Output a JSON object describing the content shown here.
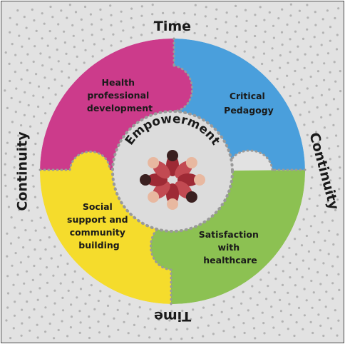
{
  "center": {
    "label": "Empowerment"
  },
  "segments": {
    "top_left": {
      "lines": [
        "Health",
        "professional",
        "development"
      ],
      "color": "#cc3b8b"
    },
    "top_right": {
      "lines": [
        "Critical",
        "Pedagogy"
      ],
      "color": "#4a9fdc"
    },
    "bottom_right": {
      "lines": [
        "Satisfaction",
        "with",
        "healthcare"
      ],
      "color": "#8cc152"
    },
    "bottom_left": {
      "lines": [
        "Social",
        "support and",
        "community",
        "building"
      ],
      "color": "#f5dc2c"
    }
  },
  "ring_labels": {
    "top": "Time",
    "bottom": "Time",
    "left": "Continuity",
    "right": "Continuity"
  },
  "colors": {
    "background": "#e2e2e2",
    "dots": "#b3b3b3",
    "center_fill": "#dcdcdc",
    "figures": "#9e2a35"
  }
}
